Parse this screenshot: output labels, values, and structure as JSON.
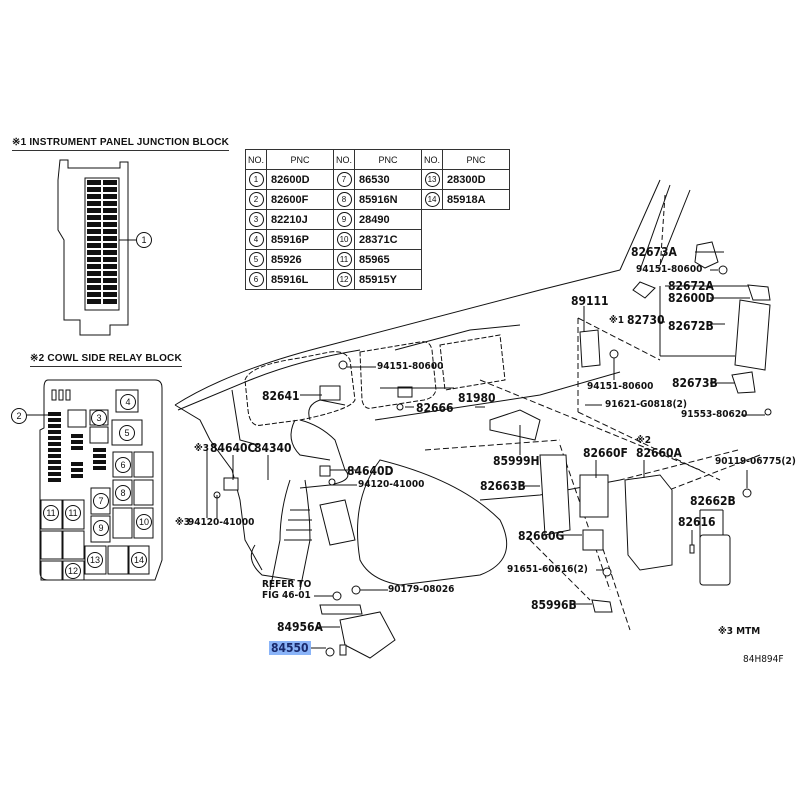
{
  "junction_block": {
    "title": "※1 INSTRUMENT PANEL JUNCTION BLOCK",
    "callout": "1"
  },
  "relay_block": {
    "title": "※2 COWL SIDE RELAY BLOCK",
    "slots": [
      "2",
      "3",
      "4",
      "5",
      "6",
      "7",
      "8",
      "9",
      "10",
      "11",
      "11",
      "12",
      "13",
      "14"
    ]
  },
  "pnc_table": {
    "headers": [
      "NO.",
      "PNC",
      "NO.",
      "PNC",
      "NO.",
      "PNC"
    ],
    "rows": [
      [
        {
          "no": "1",
          "pnc": "82600D"
        },
        {
          "no": "7",
          "pnc": "86530"
        },
        {
          "no": "13",
          "pnc": "28300D"
        }
      ],
      [
        {
          "no": "2",
          "pnc": "82600F"
        },
        {
          "no": "8",
          "pnc": "85916N"
        },
        {
          "no": "14",
          "pnc": "85918A"
        }
      ],
      [
        {
          "no": "3",
          "pnc": "82210J"
        },
        {
          "no": "9",
          "pnc": "28490"
        }
      ],
      [
        {
          "no": "4",
          "pnc": "85916P"
        },
        {
          "no": "10",
          "pnc": "28371C"
        }
      ],
      [
        {
          "no": "5",
          "pnc": "85926"
        },
        {
          "no": "11",
          "pnc": "85965"
        }
      ],
      [
        {
          "no": "6",
          "pnc": "85916L"
        },
        {
          "no": "12",
          "pnc": "85915Y"
        }
      ]
    ]
  },
  "part_labels": {
    "p82673A": "82673A",
    "p94151_a": "94151-80600",
    "p82672A": "82672A",
    "p82600D": "82600D",
    "p89111": "89111",
    "p82730_mark": "※1",
    "p82730": "82730",
    "p82672B": "82672B",
    "p94151_b": "94151-80600",
    "p82673B": "82673B",
    "p91621": "91621-G0818(2)",
    "p91553": "91553-80620",
    "p94151_c": "94151-80600",
    "p82641": "82641",
    "p82666": "82666",
    "p81980": "81980",
    "p84640C_mark": "※3",
    "p84640C": "84640C",
    "p84340": "84340",
    "p84640D": "84640D",
    "p94120_a": "94120-41000",
    "p94120_b_mark": "※3",
    "p94120_b": "94120-41000",
    "p85999H": "85999H",
    "p82663B": "82663B",
    "p82660F": "82660F",
    "p82660A_mark": "※2",
    "p82660A": "82660A",
    "p90119": "90119-06775(2)",
    "p82662B": "82662B",
    "p82616": "82616",
    "p82660G": "82660G",
    "p91651": "91651-60616(2)",
    "p85996B": "85996B",
    "refer_line1": "REFER TO",
    "refer_line2": "FIG 46-01",
    "p90179": "90179-08026",
    "p84956A": "84956A",
    "p84550": "84550"
  },
  "notes": {
    "mtm": "※3  MTM",
    "diagram_code": "84H894F"
  },
  "colors": {
    "highlight": "#8ab4f8",
    "line": "#111111"
  }
}
